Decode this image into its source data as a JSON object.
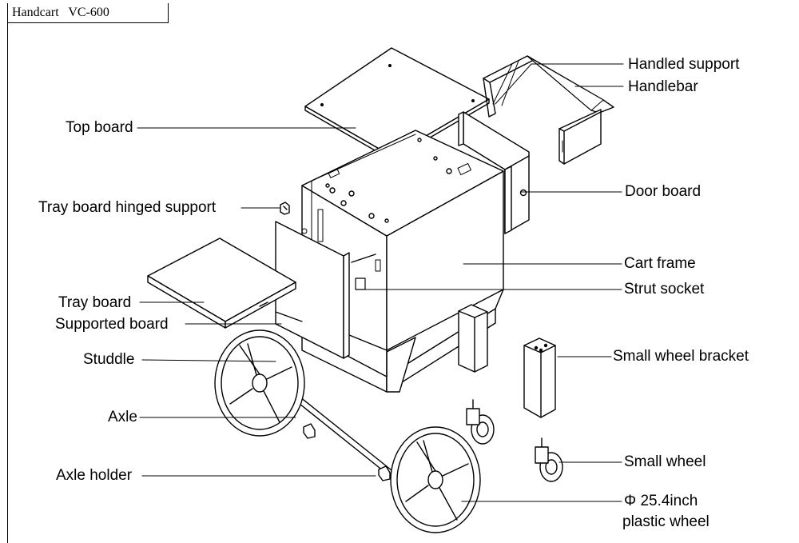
{
  "header": {
    "title": "Handcart   VC-600"
  },
  "labels": {
    "handled_support": "Handled support",
    "handlebar": "Handlebar",
    "top_board": "Top board",
    "door_board": "Door board",
    "tray_hinged_support": "Tray board hinged support",
    "cart_frame": "Cart frame",
    "strut_socket": "Strut socket",
    "tray_board": "Tray board",
    "supported_board": "Supported board",
    "small_wheel_bracket": "Small wheel bracket",
    "studdle": "Studdle",
    "axle": "Axle",
    "small_wheel": "Small wheel",
    "axle_holder": "Axle holder",
    "plastic_wheel_size": "Φ 25.4inch",
    "plastic_wheel": "plastic wheel"
  }
}
